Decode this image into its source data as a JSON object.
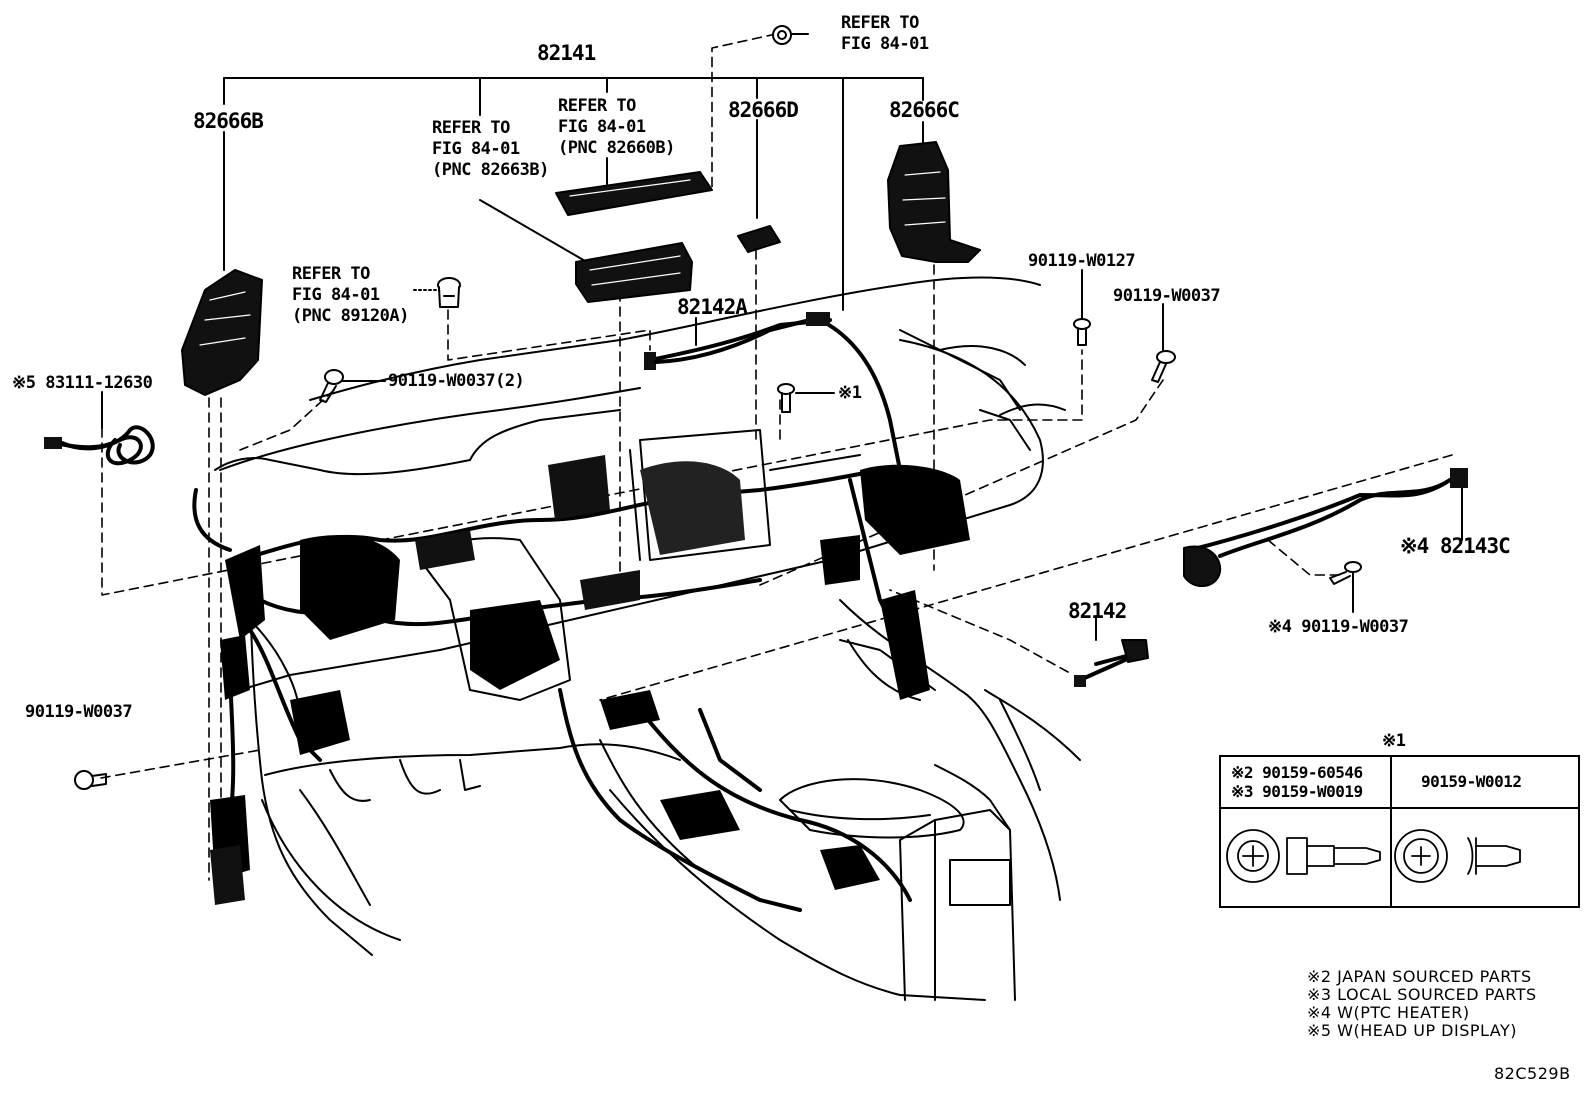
{
  "labels": {
    "refer_top": "REFER TO",
    "refer_top_fig": "FIG 84-01",
    "p82141": "82141",
    "p82666B": "82666B",
    "ref_a1": "REFER TO",
    "ref_a2": "FIG 84-01",
    "ref_a3": "(PNC 82663B)",
    "ref_b1": "REFER TO",
    "ref_b2": "FIG 84-01",
    "ref_b3": "(PNC 82660B)",
    "p82666D": "82666D",
    "p82666C": "82666C",
    "ref_c1": "REFER TO",
    "ref_c2": "FIG 84-01",
    "ref_c3": "(PNC 89120A)",
    "p90119W0127": "90119-W0127",
    "p90119W0037_right": "90119-W0037",
    "p82142A": "82142A",
    "p83111": "※5 83111-12630",
    "p90119W0037_2": "90119-W0037(2)",
    "note1_mark": "※1",
    "p82143C": "※4 82143C",
    "p82142": "82142",
    "p90119W0037_4": "※4 90119-W0037",
    "p90119W0037_left": "90119-W0037",
    "diagram_code": "82C529B"
  },
  "fastener_table": {
    "title": "※1",
    "col1_line1": "※2 90159-60546",
    "col1_line2": "※3 90159-W0019",
    "col2": "90159-W0012"
  },
  "notes": [
    "※2 JAPAN SOURCED PARTS",
    "※3 LOCAL SOURCED PARTS",
    "※4 W(PTC HEATER)",
    "※5 W(HEAD UP DISPLAY)"
  ]
}
